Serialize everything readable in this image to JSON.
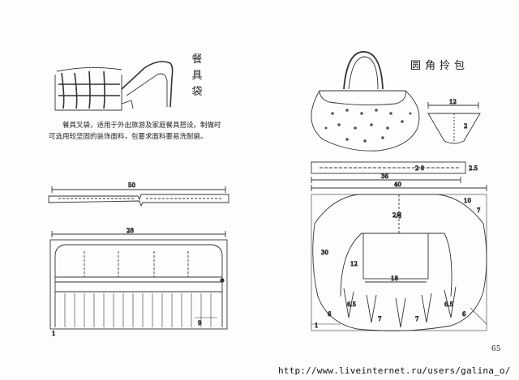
{
  "left": {
    "title_chars": [
      "餐",
      "具",
      "袋"
    ],
    "description": "餐具叉袋，适用于外出旅游及家庭餐具搭设。制做时可选用较坚固的装饰面料，包要求面料要易洗耐磨。",
    "dims": {
      "strip_length": "50",
      "bag_width": "28",
      "pocket_height": "9",
      "side_mark": "1"
    }
  },
  "right": {
    "title": "圆角拎包",
    "dims": {
      "tab_top": "12",
      "tab_side": "2",
      "strap_length": "2 0",
      "strap_width": "2.5",
      "body_width_inner": "36",
      "body_width_outer": "40",
      "side_10": "10",
      "side_7": "7",
      "center": "2月",
      "height": "30",
      "pocket_h": "12",
      "pocket_w": "18",
      "pleat_a": "6.5",
      "pleat_b": "6",
      "pleat_c": "7",
      "pleat_d": "6",
      "bottom_1": "1"
    }
  },
  "page_number": "65",
  "watermark": "http://www.liveinternet.ru/users/galina_o/"
}
